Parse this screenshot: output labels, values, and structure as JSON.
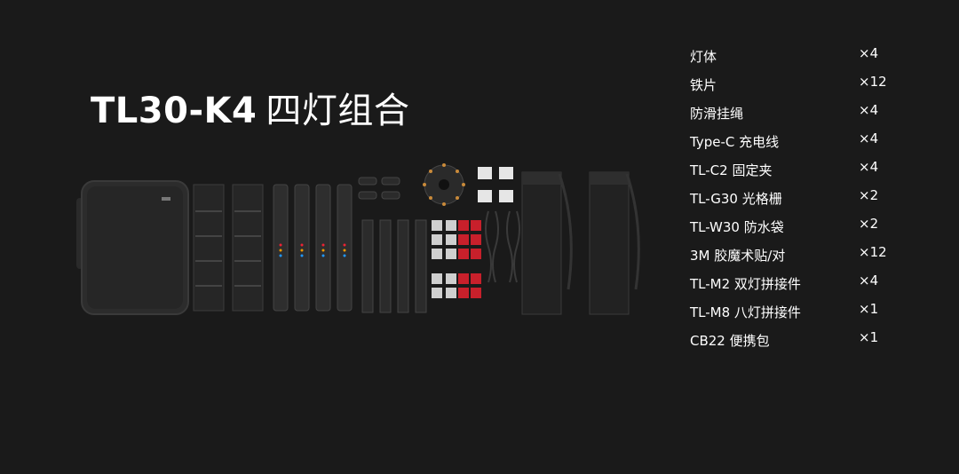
{
  "heading": {
    "model": "TL30-K4",
    "name": "四灯组合"
  },
  "kit_items": [
    {
      "name": "灯体",
      "qty": "×4"
    },
    {
      "name": "铁片",
      "qty": "×12"
    },
    {
      "name": "防滑挂绳",
      "qty": "×4"
    },
    {
      "name": "Type-C 充电线",
      "qty": "×4"
    },
    {
      "name": "TL-C2 固定夹",
      "qty": "×4"
    },
    {
      "name": "TL-G30 光格栅",
      "qty": "×2"
    },
    {
      "name": "TL-W30 防水袋",
      "qty": "×2"
    },
    {
      "name": "3M 胶魔术贴/对",
      "qty": "×12"
    },
    {
      "name": "TL-M2 双灯拼接件",
      "qty": "×4"
    },
    {
      "name": "TL-M8 八灯拼接件",
      "qty": "×1"
    },
    {
      "name": "CB22 便携包",
      "qty": "×1"
    }
  ],
  "colors": {
    "background": "#1a1a1a",
    "text": "#ffffff",
    "accent_red": "#c8202b"
  }
}
